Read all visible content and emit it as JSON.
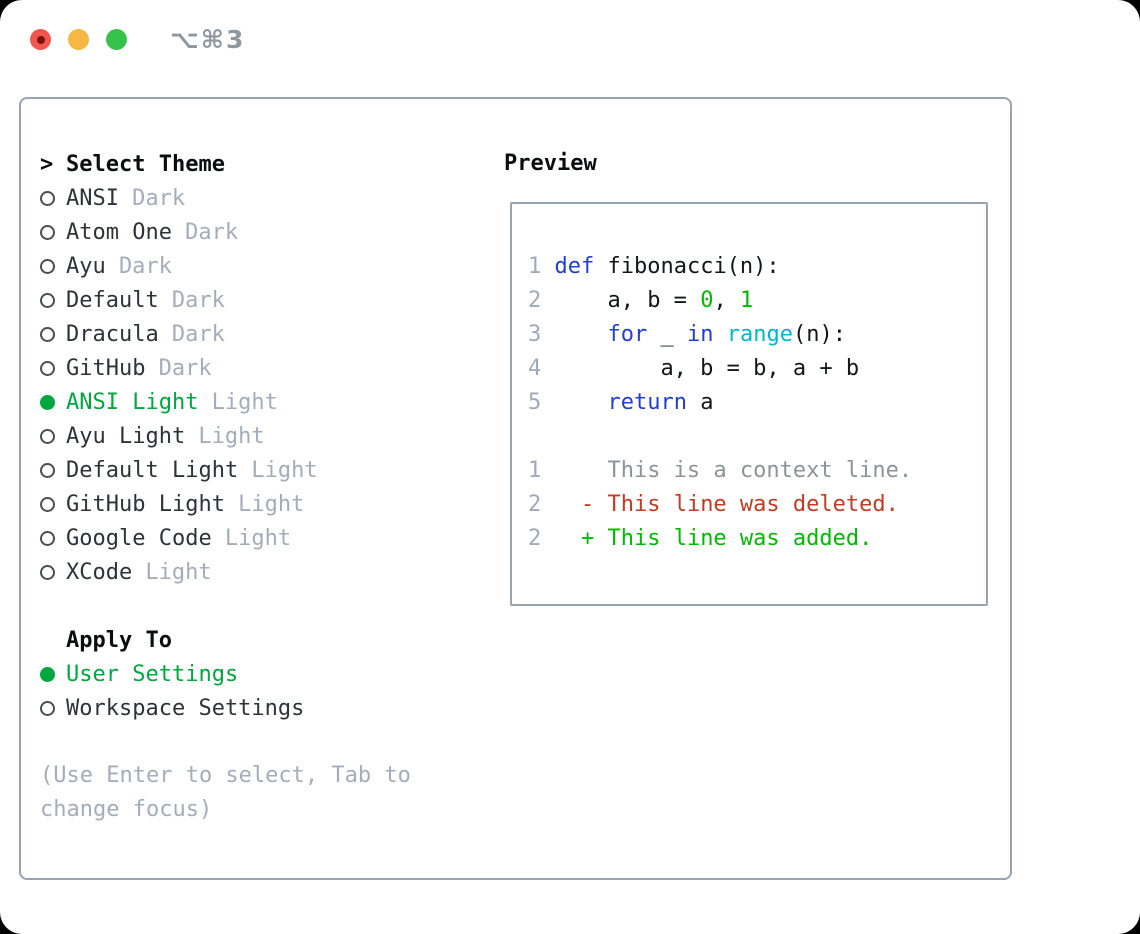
{
  "window": {
    "title": "⌥⌘3",
    "traffic_lights": [
      {
        "name": "close",
        "color": "#f1564f"
      },
      {
        "name": "minimize",
        "color": "#f6b843"
      },
      {
        "name": "zoom",
        "color": "#35c24a"
      }
    ]
  },
  "theme_panel": {
    "header_marker": ">",
    "header_label": "Select Theme",
    "items": [
      {
        "name": "ANSI",
        "variant": "Dark",
        "selected": false
      },
      {
        "name": "Atom One",
        "variant": "Dark",
        "selected": false
      },
      {
        "name": "Ayu",
        "variant": "Dark",
        "selected": false
      },
      {
        "name": "Default",
        "variant": "Dark",
        "selected": false
      },
      {
        "name": "Dracula",
        "variant": "Dark",
        "selected": false
      },
      {
        "name": "GitHub",
        "variant": "Dark",
        "selected": false
      },
      {
        "name": "ANSI Light",
        "variant": "Light",
        "selected": true
      },
      {
        "name": "Ayu Light",
        "variant": "Light",
        "selected": false
      },
      {
        "name": "Default Light",
        "variant": "Light",
        "selected": false
      },
      {
        "name": "GitHub Light",
        "variant": "Light",
        "selected": false
      },
      {
        "name": "Google Code",
        "variant": "Light",
        "selected": false
      },
      {
        "name": "XCode",
        "variant": "Light",
        "selected": false
      }
    ],
    "apply_to_label": "Apply To",
    "apply_to_options": [
      {
        "label": "User Settings",
        "selected": true
      },
      {
        "label": "Workspace Settings",
        "selected": false
      }
    ],
    "help_text": "(Use Enter to select, Tab to change focus)"
  },
  "preview": {
    "label": "Preview",
    "lines": [
      {
        "num": "1",
        "tokens": [
          [
            " ",
            "fg"
          ],
          [
            "def",
            "kw"
          ],
          [
            " fibonacci(n):",
            "fg"
          ]
        ]
      },
      {
        "num": "2",
        "tokens": [
          [
            "     a, b = ",
            "fg"
          ],
          [
            "0",
            "num"
          ],
          [
            ", ",
            "fg"
          ],
          [
            "1",
            "num"
          ]
        ]
      },
      {
        "num": "3",
        "tokens": [
          [
            "     ",
            "fg"
          ],
          [
            "for",
            "kw"
          ],
          [
            " _ ",
            "fg"
          ],
          [
            "in",
            "kw"
          ],
          [
            " ",
            "fg"
          ],
          [
            "range",
            "fn"
          ],
          [
            "(n):",
            "fg"
          ]
        ]
      },
      {
        "num": "4",
        "tokens": [
          [
            "         a, b = b, a + b",
            "fg"
          ]
        ]
      },
      {
        "num": "5",
        "tokens": [
          [
            "     ",
            "fg"
          ],
          [
            "return",
            "kw"
          ],
          [
            " a",
            "fg"
          ]
        ]
      },
      {
        "num": "",
        "tokens": []
      },
      {
        "num": "1",
        "tokens": [
          [
            "     This is a context line.",
            "ctx"
          ]
        ]
      },
      {
        "num": "2",
        "tokens": [
          [
            "   ",
            "fg"
          ],
          [
            "- This line was deleted.",
            "del"
          ]
        ]
      },
      {
        "num": "2",
        "tokens": [
          [
            "   ",
            "fg"
          ],
          [
            "+ This line was added.",
            "add"
          ]
        ]
      }
    ]
  },
  "colors": {
    "selected_green": "#00a73e",
    "keyword_blue": "#2140cf",
    "builtin_cyan": "#00b8cc",
    "number_green": "#00bb00",
    "deleted_red": "#c23b22",
    "added_green": "#00bb00",
    "line_number_gray": "#a0a9b6",
    "context_gray": "#8e939b",
    "variant_gray": "#a4adb9",
    "border_gray": "#9aa3b1"
  }
}
